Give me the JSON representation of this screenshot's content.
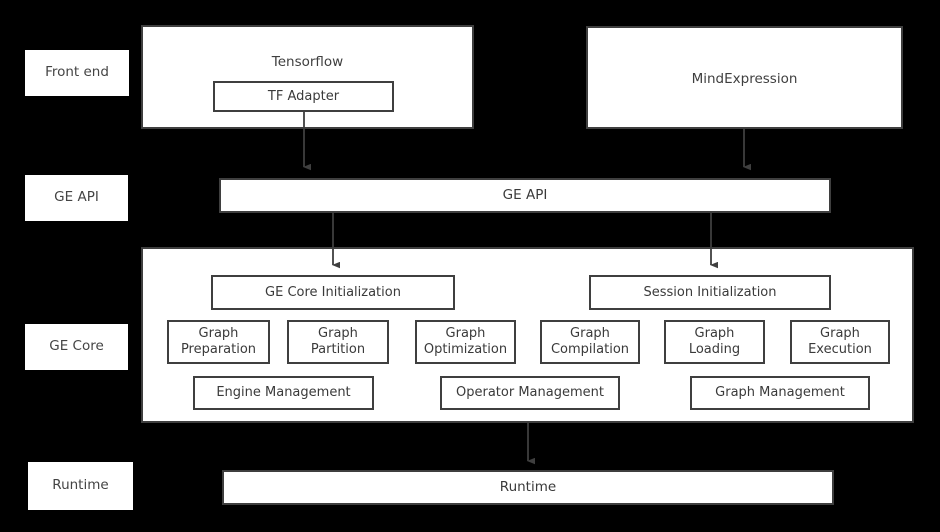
{
  "diagram": {
    "background_color": "#000000",
    "box_fill": "#ffffff",
    "border_color": "#3f3f3f",
    "text_color": "#3a3a3a"
  },
  "stage_labels": [
    {
      "id": "front-end",
      "text": "Front end"
    },
    {
      "id": "ge-api",
      "text": "GE API"
    },
    {
      "id": "ge-core",
      "text": "GE Core"
    },
    {
      "id": "runtime",
      "text": "Runtime"
    }
  ],
  "front_end": {
    "tensorflow": {
      "title": "Tensorflow",
      "adapter": "TF Adapter"
    },
    "mindexpression": {
      "title": "MindExpression"
    }
  },
  "ge_api_bar": {
    "label": "GE API"
  },
  "ge_core": {
    "initialization": [
      {
        "id": "ge-core-initialization",
        "label": "GE Core Initialization"
      },
      {
        "id": "session-initialization",
        "label": "Session Initialization"
      }
    ],
    "graph_modules": [
      {
        "id": "graph-preparation",
        "label": "Graph\nPreparation"
      },
      {
        "id": "graph-partition",
        "label": "Graph\nPartition"
      },
      {
        "id": "graph-optimization",
        "label": "Graph\nOptimization"
      },
      {
        "id": "graph-compilation",
        "label": "Graph\nCompilation"
      },
      {
        "id": "graph-loading",
        "label": "Graph\nLoading"
      },
      {
        "id": "graph-execution",
        "label": "Graph\nExecution"
      }
    ],
    "management_modules": [
      {
        "id": "engine-management",
        "label": "Engine Management"
      },
      {
        "id": "operator-management",
        "label": "Operator Management"
      },
      {
        "id": "graph-management",
        "label": "Graph Management"
      }
    ]
  },
  "runtime_bar": {
    "label": "Runtime"
  },
  "connectors": [
    {
      "id": "tf-adapter-to-ge-api",
      "from": "tf-adapter",
      "to": "ge-api-bar"
    },
    {
      "id": "mindexpression-to-ge-api",
      "from": "mindexpression",
      "to": "ge-api-bar"
    },
    {
      "id": "ge-api-to-ge-core-initialization",
      "from": "ge-api-bar",
      "to": "ge-core-initialization"
    },
    {
      "id": "ge-api-to-session-initialization",
      "from": "ge-api-bar",
      "to": "session-initialization"
    },
    {
      "id": "ge-core-to-runtime",
      "from": "ge-core",
      "to": "runtime-bar"
    }
  ]
}
